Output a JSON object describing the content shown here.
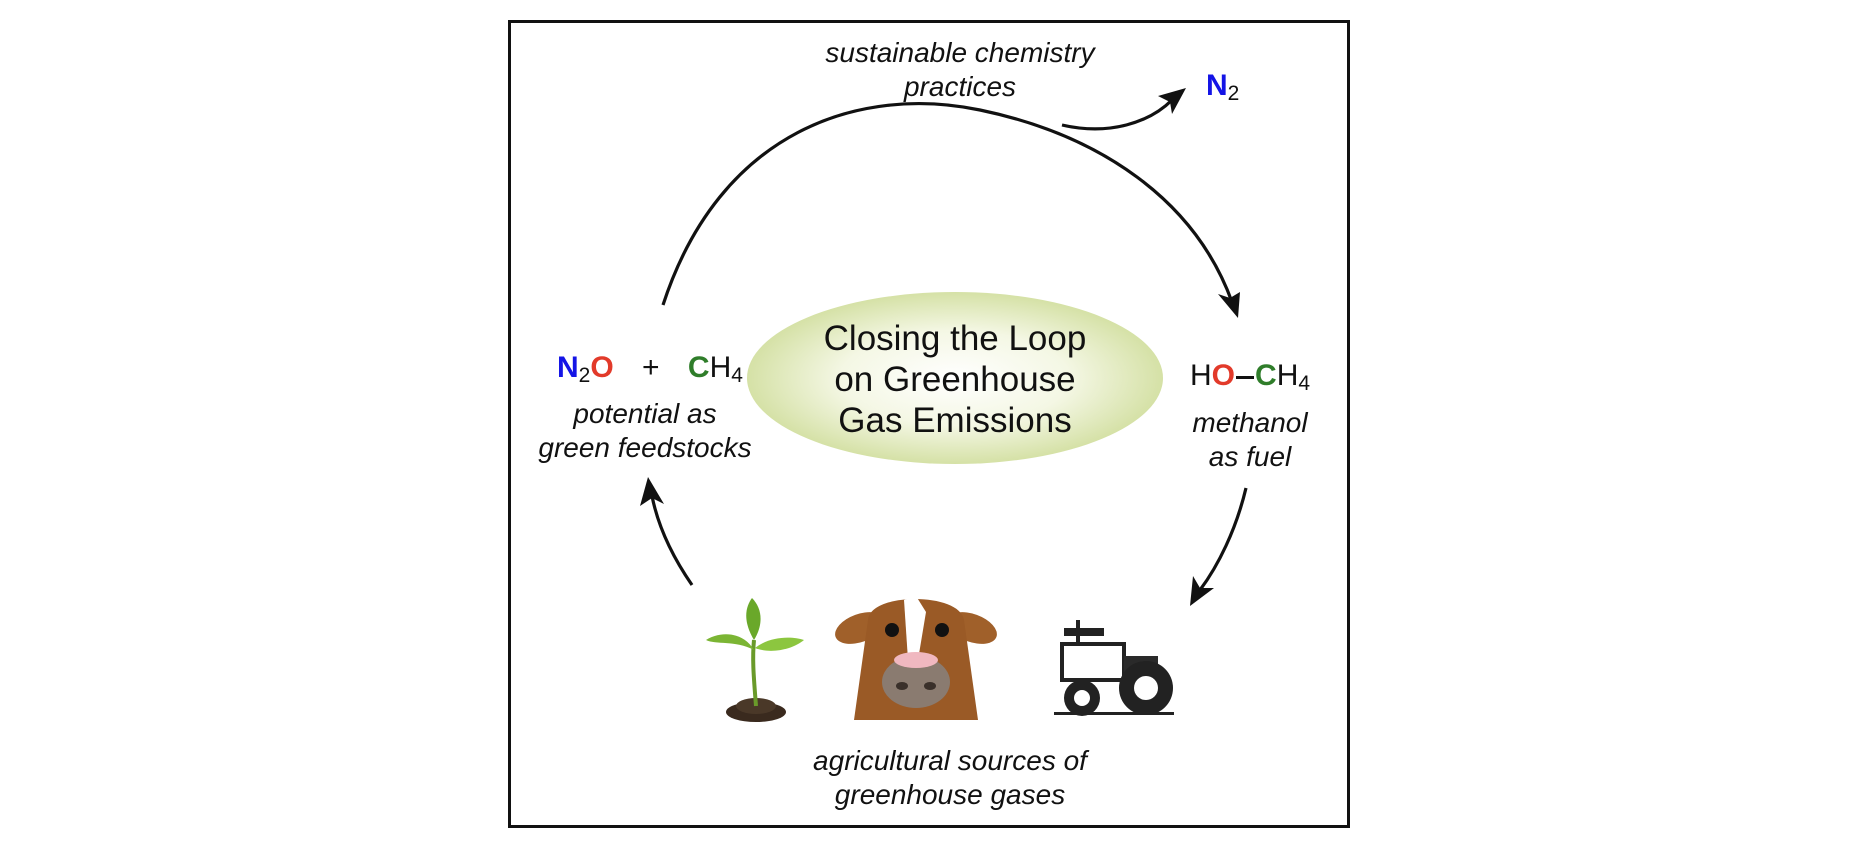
{
  "colors": {
    "nitrogen": "#1414e6",
    "oxygen": "#e23a2a",
    "carbon": "#2f7d2a",
    "center_ellipse": "#dbe6b0"
  },
  "center": {
    "title_lines": [
      "Closing the Loop",
      "on Greenhouse",
      "Gas Emissions"
    ]
  },
  "top": {
    "caption_lines": [
      "sustainable chemistry",
      "practices"
    ],
    "product": {
      "element": "N",
      "subscript": "2"
    }
  },
  "left": {
    "formula": {
      "n2o": {
        "n": "N",
        "n_sub": "2",
        "o": "O"
      },
      "plus": "+",
      "ch4": {
        "c": "C",
        "h": "H",
        "h_sub": "4"
      }
    },
    "caption_lines": [
      "potential as",
      "green feedstocks"
    ]
  },
  "right": {
    "formula": {
      "h": "H",
      "o": "O",
      "c": "C",
      "h2": "H",
      "h2_sub": "4"
    },
    "caption_lines": [
      "methanol",
      "as fuel"
    ]
  },
  "bottom": {
    "icons": [
      "seedling-icon",
      "cow-icon",
      "tractor-icon"
    ],
    "caption_lines": [
      "agricultural sources of",
      "greenhouse gases"
    ]
  }
}
